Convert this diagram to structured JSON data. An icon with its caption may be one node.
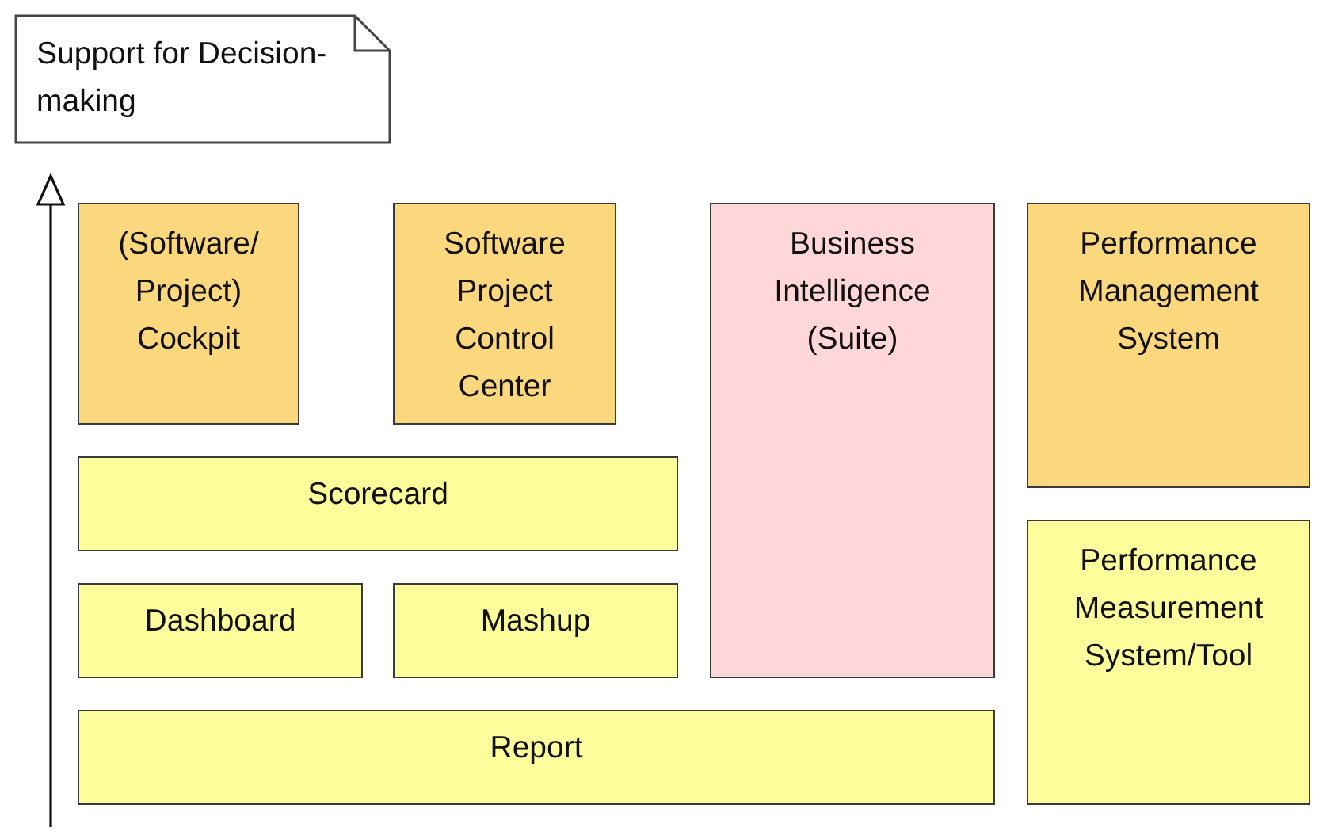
{
  "diagram": {
    "nodes": [
      {
        "text": [
          "Support for Decision-making"
        ]
      },
      {
        "text": [
          "(Software/ Project) Cockpit"
        ]
      },
      {
        "text": [
          "Software Project Control Center"
        ]
      },
      {
        "text": [
          "Business Intelligence (Suite)"
        ]
      },
      {
        "text": [
          "Performance Management System"
        ]
      },
      {
        "text": [
          "Scorecard"
        ]
      },
      {
        "text": [
          "Performance Measurement System/Tool"
        ]
      },
      {
        "text": [
          "Dashboard"
        ]
      },
      {
        "text": [
          "Mashup"
        ]
      },
      {
        "text": [
          "Report"
        ]
      }
    ]
  }
}
